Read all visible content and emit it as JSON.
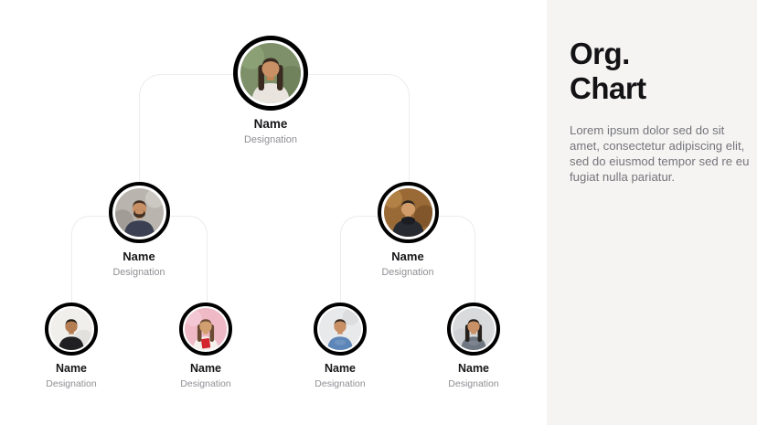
{
  "slide": {
    "panel": {
      "title_line1": "Org.",
      "title_line2": "Chart",
      "description": "Lorem ipsum dolor sed do sit amet, consectetur adipiscing elit, sed do eiusmod tempor sed re eu fugiat nulla pariatur."
    },
    "org": {
      "root": {
        "name": "Name",
        "designation": "Designation",
        "ring_color": "#F2455C",
        "photo": "woman-long-dark-hair-green-background"
      },
      "managers": [
        {
          "name": "Name",
          "designation": "Designation",
          "ring_color": "#F1891E",
          "photo": "bearded-man-dark-sweater-street-background"
        },
        {
          "name": "Name",
          "designation": "Designation",
          "ring_color": "#1877F2",
          "photo": "man-black-scarf-autumn-background"
        }
      ],
      "employees": [
        {
          "name": "Name",
          "designation": "Designation",
          "ring_color": "#F1891E",
          "photo": "young-man-black-tshirt-white-background"
        },
        {
          "name": "Name",
          "designation": "Designation",
          "ring_color": "#F1891E",
          "photo": "woman-holding-red-book-pink-background"
        },
        {
          "name": "Name",
          "designation": "Designation",
          "ring_color": "#1877F2",
          "photo": "man-denim-shirt-arms-crossed-gray-background"
        },
        {
          "name": "Name",
          "designation": "Designation",
          "ring_color": "#1877F2",
          "photo": "woman-gray-top-arms-crossed-gray-background"
        }
      ]
    },
    "colors": {
      "accent_red": "#F2455C",
      "accent_orange": "#F1891E",
      "accent_blue": "#1877F2",
      "connector": "#ECECEC",
      "panel_background": "#F5F4F2",
      "canvas_background": "#FFFFFF"
    }
  }
}
